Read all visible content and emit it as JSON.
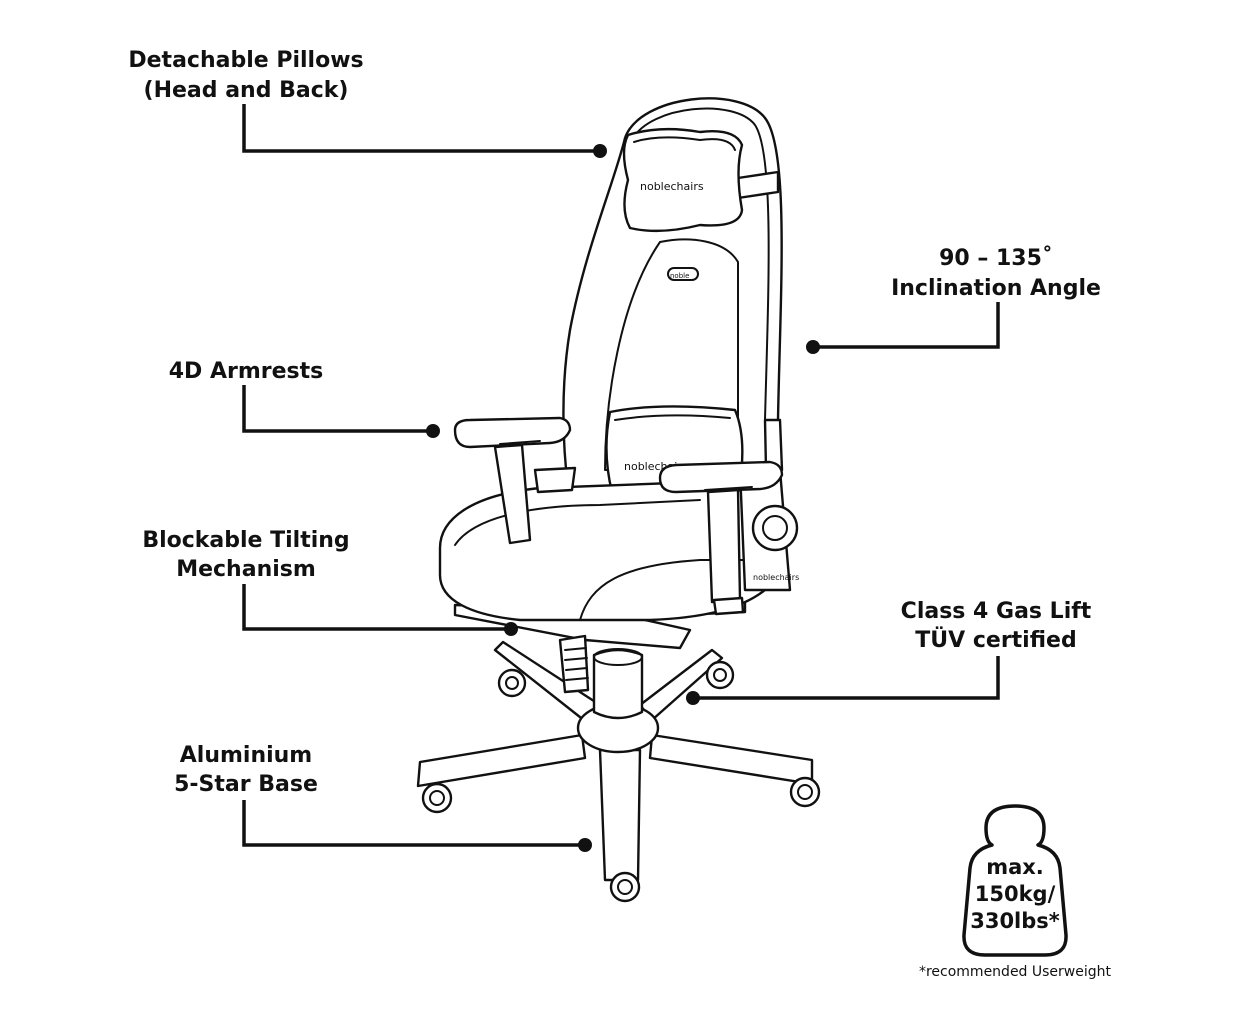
{
  "colors": {
    "ink": "#111111",
    "background": "#ffffff"
  },
  "chair": {
    "brand_headrest": "noblechairs",
    "brand_lumbar": "noblechairs",
    "brand_badge": "noble",
    "brand_base": "noblechairs"
  },
  "callouts": {
    "pillows": {
      "line1": "Detachable Pillows",
      "line2": "(Head and Back)"
    },
    "inclination": {
      "line1": "90 – 135˚",
      "line2": "Inclination Angle"
    },
    "armrests": {
      "line1": "4D Armrests"
    },
    "tilting": {
      "line1": "Blockable Tilting",
      "line2": "Mechanism"
    },
    "gaslift": {
      "line1": "Class 4 Gas Lift",
      "line2": "TÜV certified"
    },
    "base": {
      "line1": "Aluminium",
      "line2": "5-Star Base"
    }
  },
  "weight": {
    "line1": "max.",
    "line2": "150kg/",
    "line3": "330lbs*",
    "footnote": "*recommended Userweight"
  }
}
